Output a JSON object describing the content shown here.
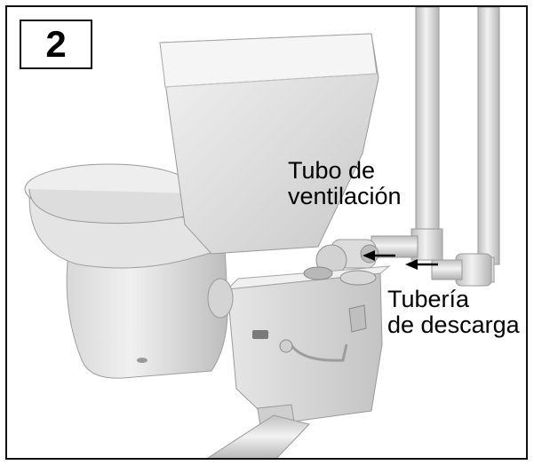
{
  "step": {
    "number": "2"
  },
  "labels": {
    "vent_line1": "Tubo de",
    "vent_line2": "ventilación",
    "discharge_line1": "Tubería",
    "discharge_line2": "de descarga"
  },
  "colors": {
    "porcelain_light": "#e9e9e9",
    "porcelain_mid": "#cfcfcf",
    "porcelain_dark": "#a9a9a9",
    "outline": "#111111",
    "arrow": "#000000"
  },
  "icons": {
    "arrows": "arrow-left-icon"
  }
}
